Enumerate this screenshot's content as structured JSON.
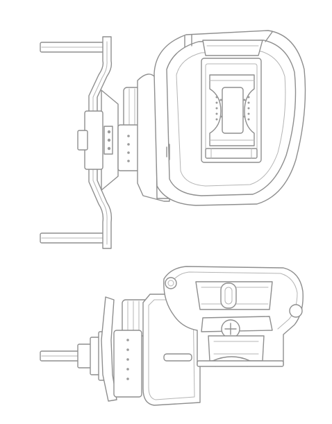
{
  "figure": {
    "views": [
      {
        "id": "top-view",
        "subject": "baitcasting-reel"
      },
      {
        "id": "side-view",
        "subject": "baitcasting-reel"
      }
    ],
    "line_color": "#8e8e8e",
    "light_line_color": "#b4b4b4",
    "background_color": "#ffffff"
  }
}
